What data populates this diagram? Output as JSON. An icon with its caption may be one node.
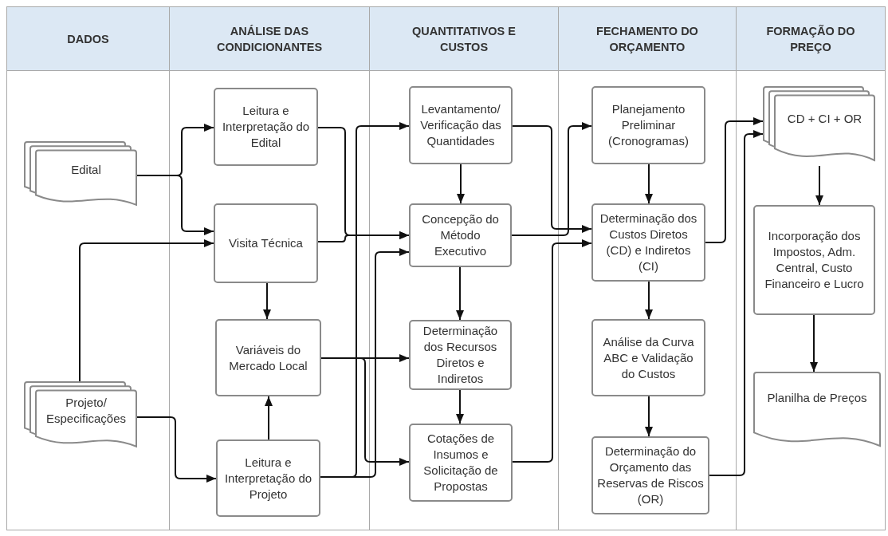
{
  "diagram": {
    "nodes": [
      {
        "text": [
          "DADOS"
        ]
      },
      {
        "text": [
          "ANÁLISE DAS CONDICIONANTES"
        ]
      },
      {
        "text": [
          "QUANTITATIVOS E CUSTOS"
        ]
      },
      {
        "text": [
          "FECHAMENTO DO ORÇAMENTO"
        ]
      },
      {
        "text": [
          "FORMAÇÃO DO PREÇO"
        ]
      },
      {
        "text": [
          "Edital"
        ],
        "in": 0
      },
      {
        "text": [
          "Projeto/ Especificações"
        ],
        "in": 0
      },
      {
        "text": [
          "Leitura e Interpretação do Edital"
        ],
        "in": 1
      },
      {
        "text": [
          "Visita Técnica"
        ],
        "in": 1
      },
      {
        "text": [
          "Variáveis do Mercado Local"
        ],
        "in": 1
      },
      {
        "text": [
          "Leitura e Interpretação do Projeto"
        ],
        "in": 1
      },
      {
        "text": [
          "Levantamento/ Verificação das Quantidades"
        ],
        "in": 2
      },
      {
        "text": [
          "Concepção do Método Executivo"
        ],
        "in": 2
      },
      {
        "text": [
          "Determinação dos Recursos Diretos e Indiretos"
        ],
        "in": 2
      },
      {
        "text": [
          "Cotações de Insumos e Solicitação de Propostas"
        ],
        "in": 2
      },
      {
        "text": [
          "Planejamento Preliminar (Cronogramas)"
        ],
        "in": 3
      },
      {
        "text": [
          "Determinação dos Custos Diretos (CD) e Indiretos (CI)"
        ],
        "in": 3
      },
      {
        "text": [
          "Análise da Curva ABC e Validação do Custos"
        ],
        "in": 3
      },
      {
        "text": [
          "Determinação do Orçamento das Reservas de Riscos (OR)"
        ],
        "in": 3
      },
      {
        "text": [
          "CD + CI + OR"
        ],
        "in": 4
      },
      {
        "text": [
          "Incorporação dos Impostos, Adm. Central, Custo Financeiro e Lucro"
        ],
        "in": 4
      },
      {
        "text": [
          "Planilha de Preços"
        ],
        "in": 4
      }
    ],
    "edges": [
      {
        "from": 5,
        "to": 7,
        "arrow": "to"
      },
      {
        "from": 5,
        "to": 8,
        "arrow": "to"
      },
      {
        "from": 6,
        "to": 8,
        "arrow": "to"
      },
      {
        "from": 6,
        "to": 10,
        "arrow": "to"
      },
      {
        "from": 8,
        "to": 9,
        "arrow": "to"
      },
      {
        "from": 10,
        "to": 9,
        "arrow": "to"
      },
      {
        "from": 7,
        "to": 12,
        "arrow": "to"
      },
      {
        "from": 8,
        "to": 12,
        "arrow": "to"
      },
      {
        "from": 10,
        "to": 11,
        "arrow": "to"
      },
      {
        "from": 10,
        "to": 12,
        "arrow": "to"
      },
      {
        "from": 9,
        "to": 13,
        "arrow": "to"
      },
      {
        "from": 9,
        "to": 14,
        "arrow": "to"
      },
      {
        "from": 11,
        "to": 12,
        "arrow": "to"
      },
      {
        "from": 12,
        "to": 13,
        "arrow": "to"
      },
      {
        "from": 13,
        "to": 14,
        "arrow": "to"
      },
      {
        "from": 11,
        "to": 16,
        "arrow": "to"
      },
      {
        "from": 12,
        "to": 15,
        "arrow": "to"
      },
      {
        "from": 14,
        "to": 16,
        "arrow": "to"
      },
      {
        "from": 15,
        "to": 16,
        "arrow": "to"
      },
      {
        "from": 16,
        "to": 17,
        "arrow": "to"
      },
      {
        "from": 17,
        "to": 18,
        "arrow": "to"
      },
      {
        "from": 16,
        "to": 19,
        "arrow": "to"
      },
      {
        "from": 18,
        "to": 19,
        "arrow": "to"
      },
      {
        "from": 19,
        "to": 20,
        "arrow": "to"
      },
      {
        "from": 20,
        "to": 21,
        "arrow": "to"
      }
    ]
  }
}
